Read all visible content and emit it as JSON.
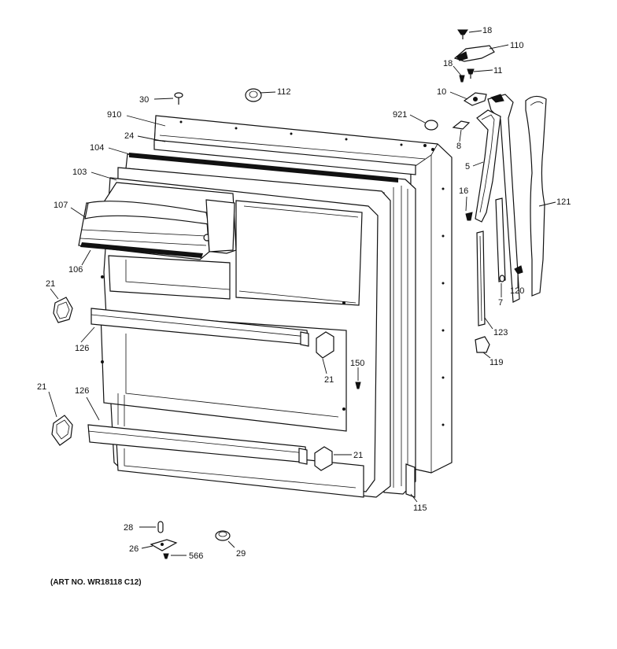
{
  "diagram": {
    "caption": "(ART NO. WR18118 C12)",
    "callouts": {
      "c18a": "18",
      "c110": "110",
      "c18b": "18",
      "c11": "11",
      "c10": "10",
      "c30": "30",
      "c112": "112",
      "c910": "910",
      "c921": "921",
      "c24": "24",
      "c8": "8",
      "c104": "104",
      "c5": "5",
      "c103": "103",
      "c16": "16",
      "c121": "121",
      "c107": "107",
      "c106": "106",
      "c120": "120",
      "c7": "7",
      "c21a": "21",
      "c123": "123",
      "c126a": "126",
      "c21b": "21",
      "c150": "150",
      "c119": "119",
      "c21c": "21",
      "c126b": "126",
      "c21d": "21",
      "c115": "115",
      "c28": "28",
      "c26": "26",
      "c566": "566",
      "c29": "29"
    }
  }
}
